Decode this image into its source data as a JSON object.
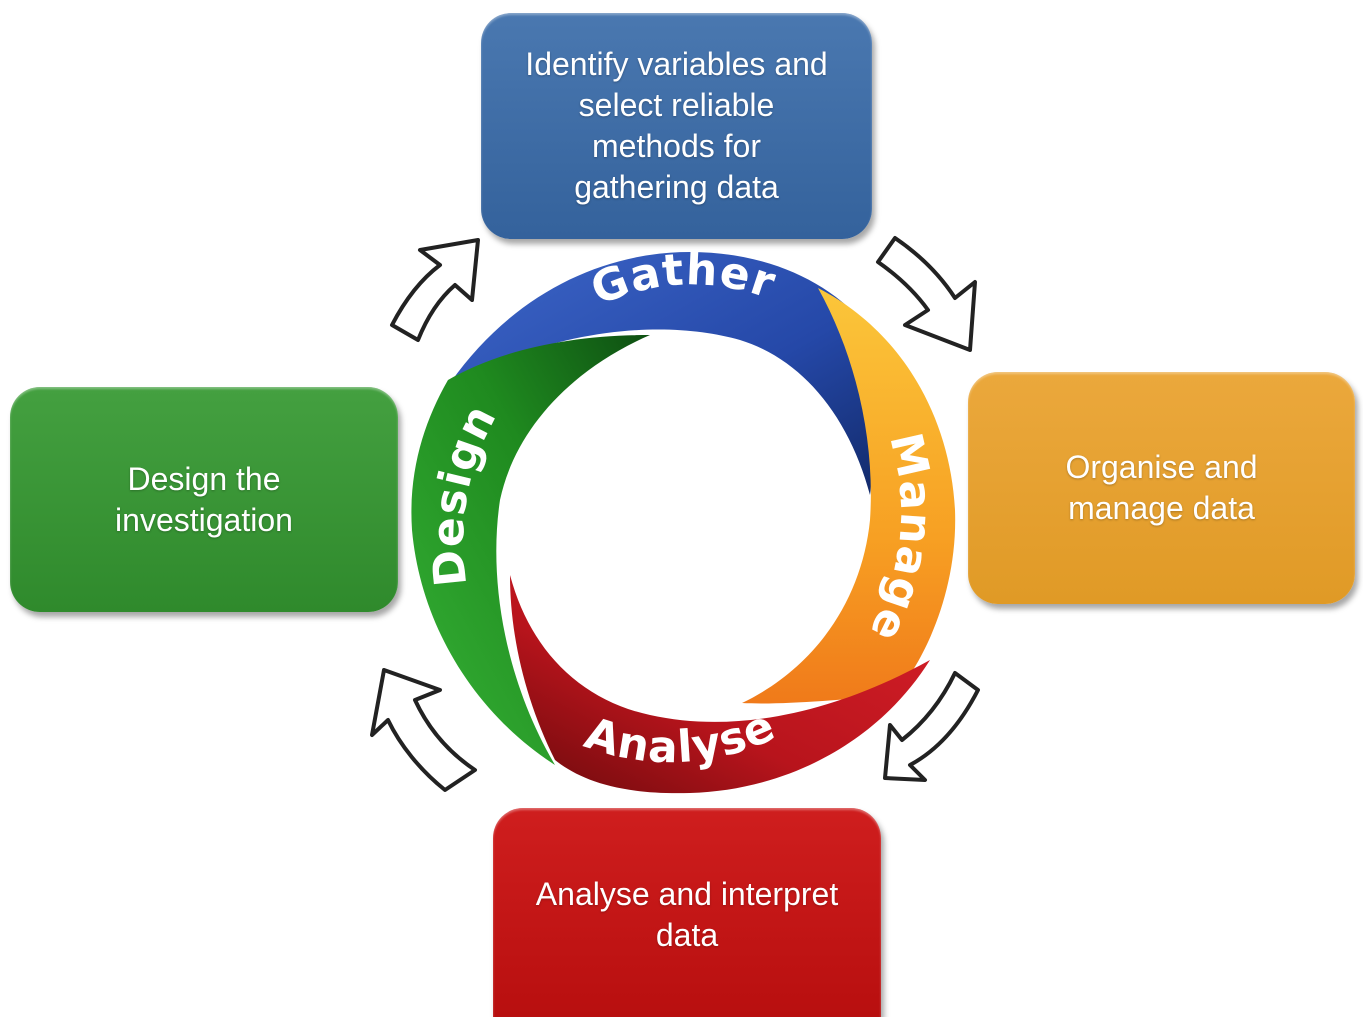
{
  "boxes": {
    "gather": {
      "text": "Identify variables and\nselect reliable\nmethods for\ngathering data",
      "color": "#3e6ea8"
    },
    "manage": {
      "text": "Organise and\nmanage data",
      "color": "#e5a030"
    },
    "analyse": {
      "text": "Analyse and interpret\ndata",
      "color": "#c41616"
    },
    "design": {
      "text": "Design the\ninvestigation",
      "color": "#3a9636"
    }
  },
  "ring": {
    "labels": {
      "gather": "Gather",
      "manage": "Manage",
      "analyse": "Analyse",
      "design": "Design"
    },
    "colors": {
      "gather": "#2b4fb0",
      "manage": "#f5a020",
      "analyse": "#c0161d",
      "design": "#2a9a2a"
    }
  },
  "arrows": {
    "direction": "clockwise",
    "icon": "curved-arrow-icon"
  }
}
